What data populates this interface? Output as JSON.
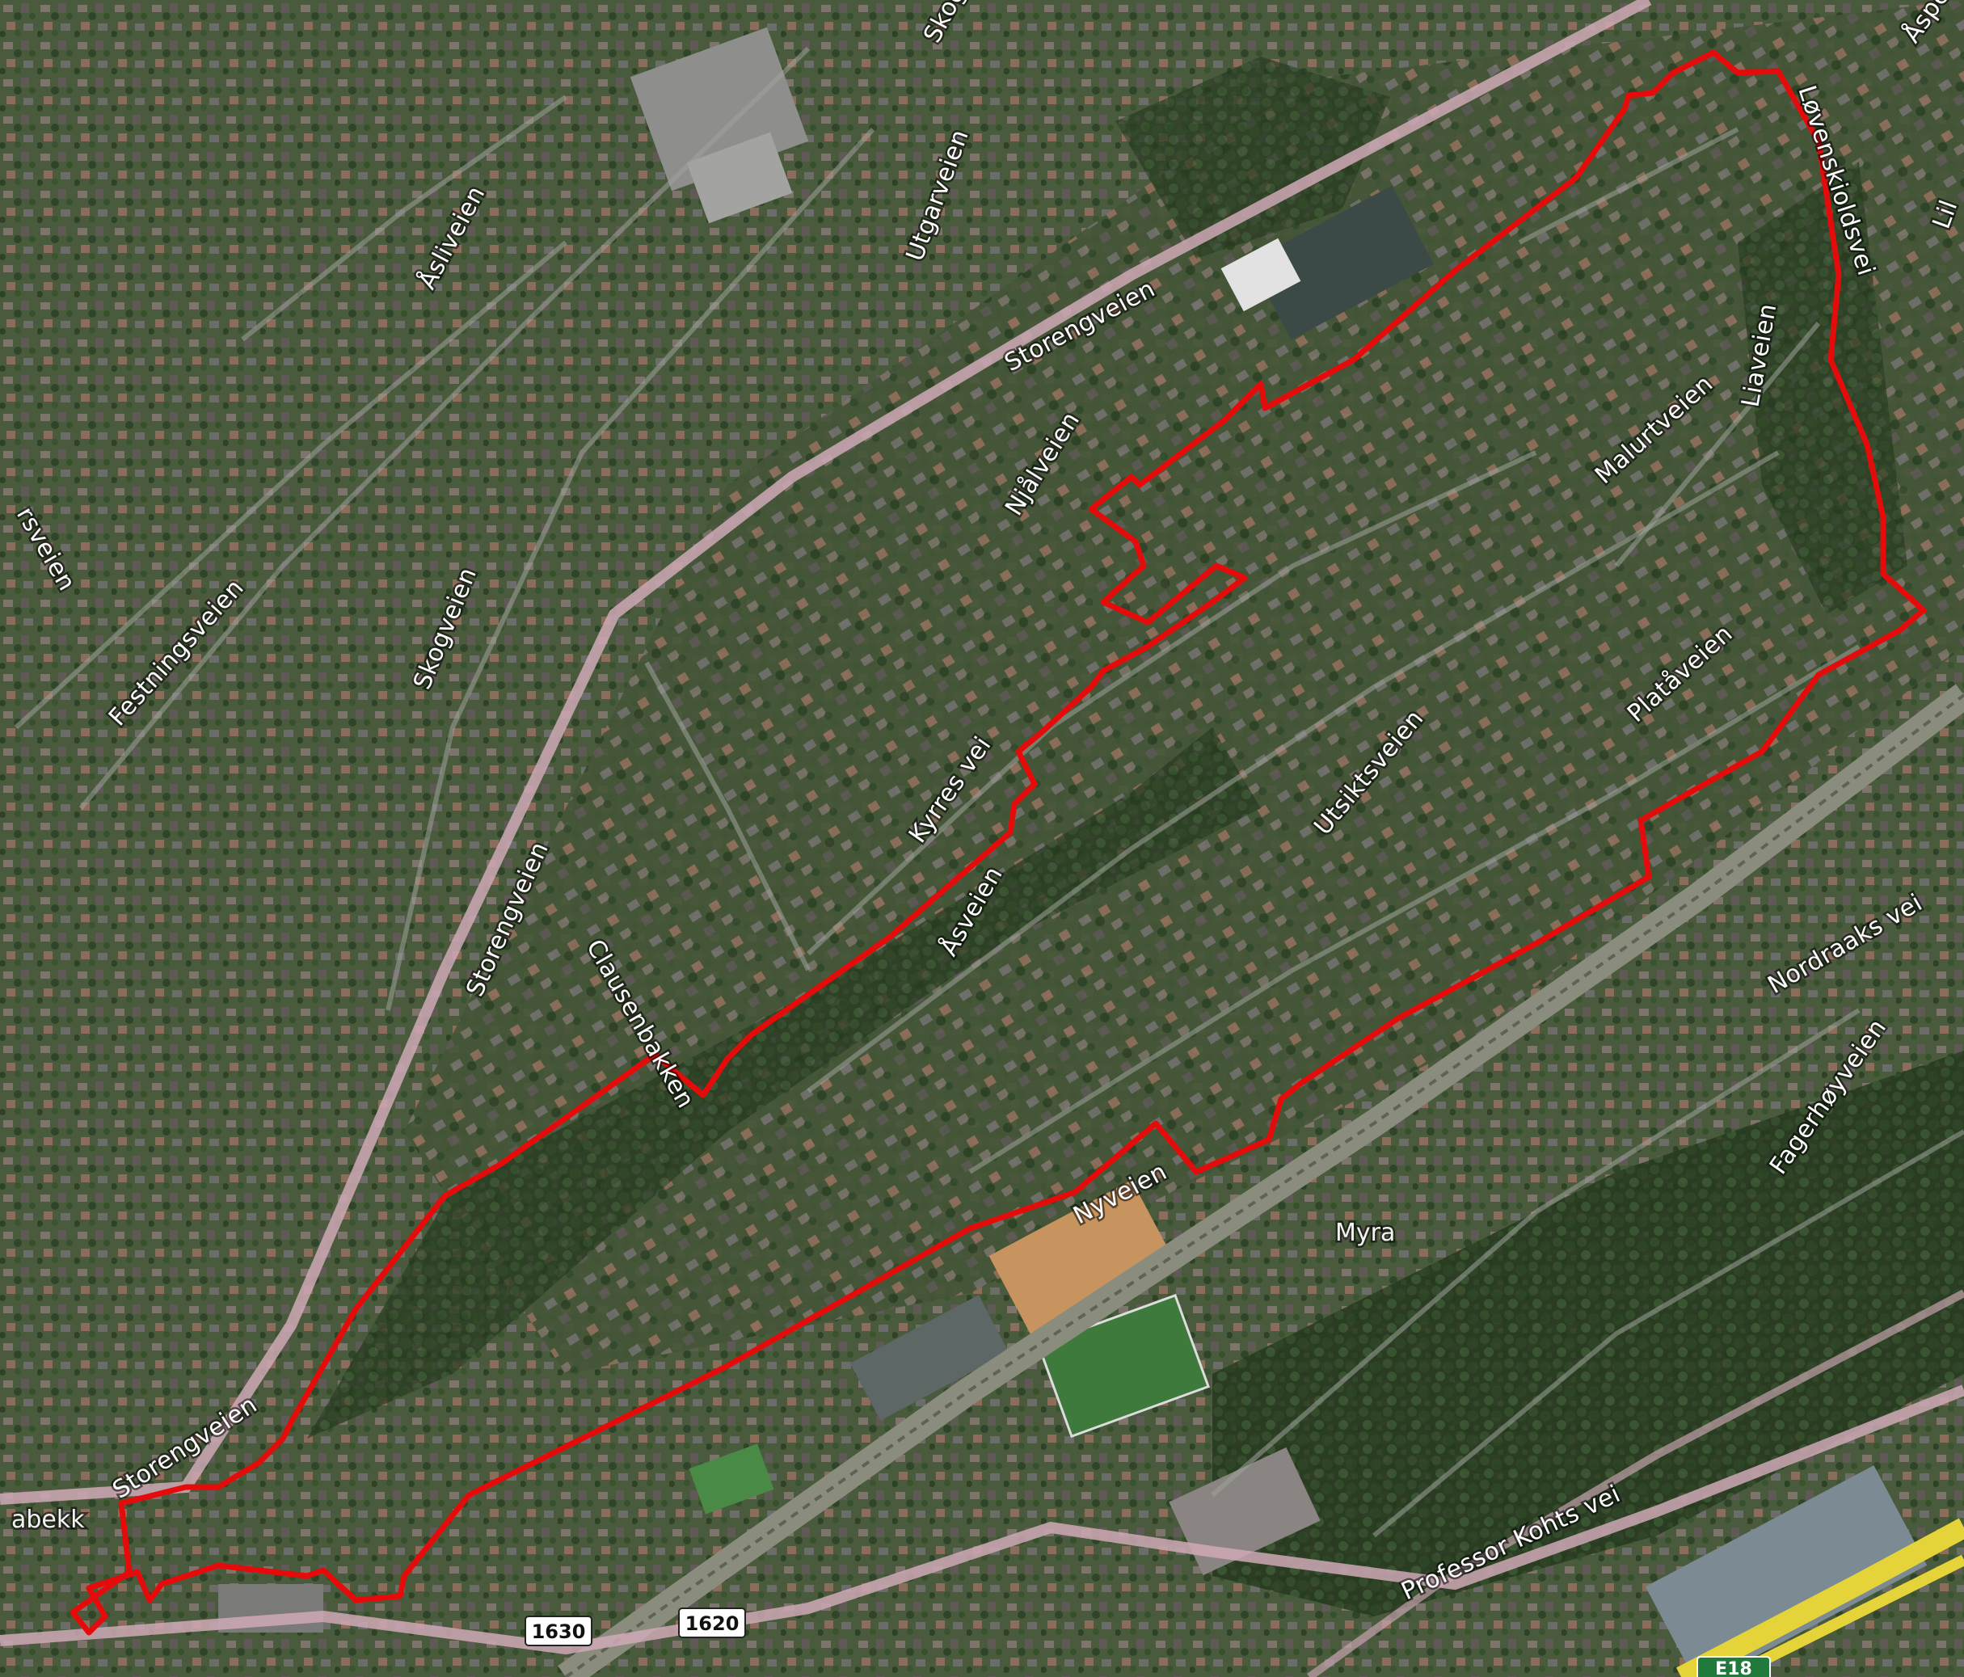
{
  "map": {
    "type": "aerial-satellite",
    "colors": {
      "boundary": "#e60b0b",
      "major_road": "#cfa9b6",
      "railway": "#8a8c7e",
      "motorway": "#e5d33a",
      "vegetation": "#2f4a28",
      "residential": "#4b5a3f"
    }
  },
  "road_labels": {
    "storengveien_ne": "Storengveien",
    "storengveien_mid": "Storengveien",
    "storengveien_sw": "Storengveien",
    "asliveien": "Åsliveien",
    "festningsveien": "Festningsveien",
    "skogveien": "Skogveien",
    "skog_top": "Skog",
    "tyrsveien": "rsveien",
    "utgarveien": "Utgarveien",
    "njalveien": "Njålveien",
    "kyrresvei": "Kyrres vei",
    "asveien": "Åsveien",
    "clausenbakken": "Clausenbakken",
    "utsiktsveien": "Utsiktsveien",
    "malurtveien": "Malurtveien",
    "liaveien": "Liaveien",
    "lagmannsvei": "Løvenskioldsvei",
    "plataveien": "Platåveien",
    "nordraaks": "Nordraaks vei",
    "fagerhoyveien": "Fagerhøyveien",
    "nyveien": "Nyveien",
    "professor": "Professor Kohts vei",
    "aspe": "Åspe",
    "lil": "Lil"
  },
  "place_labels": {
    "myra": "Myra",
    "abekk": "abekk"
  },
  "shields": {
    "r1630": "1630",
    "r1620": "1620",
    "e18": "E18"
  }
}
